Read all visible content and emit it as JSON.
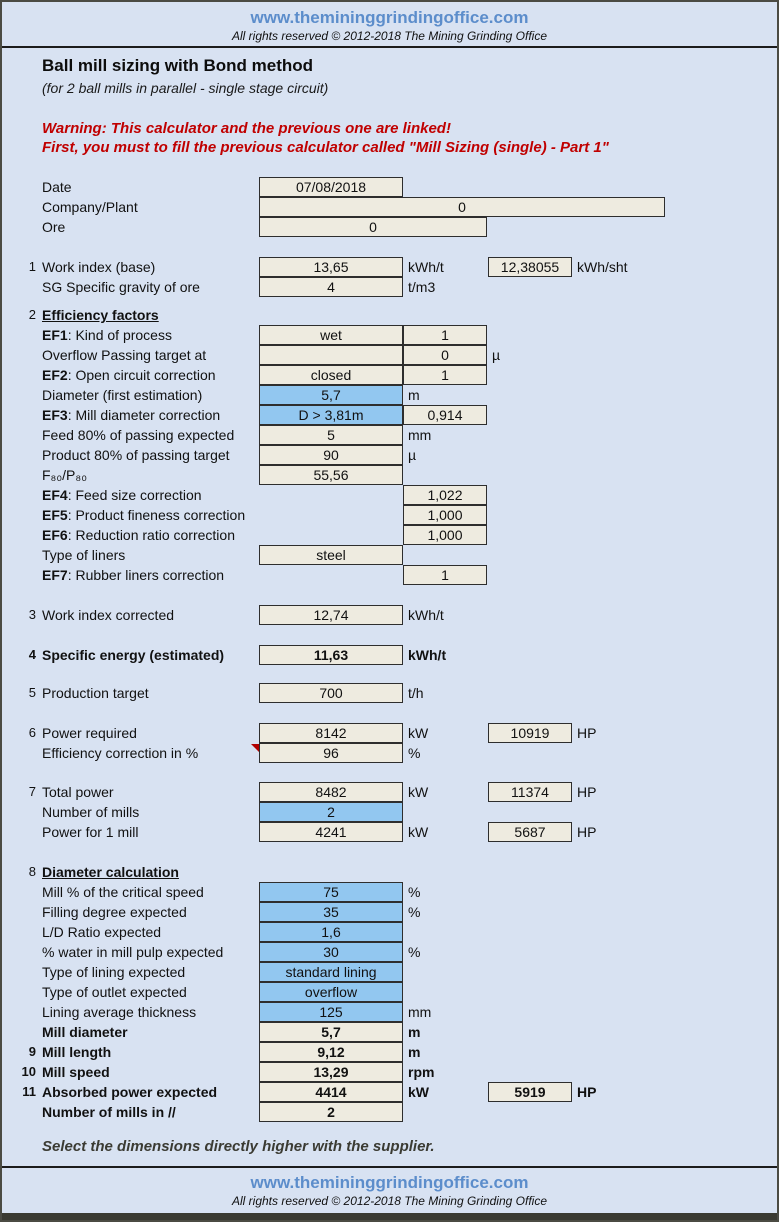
{
  "site_header": {
    "url": "www.themininggrindingoffice.com",
    "copyright": "All rights reserved © 2012-2018 The Mining Grinding Office"
  },
  "page": {
    "title": "Ball mill sizing with Bond method",
    "subtitle": "(for 2 ball mills in parallel - single stage circuit)",
    "warning_line1": "Warning: This calculator and the previous one are linked!",
    "warning_line2": "First, you must to fill the previous calculator called \"Mill Sizing (single) - Part 1\"",
    "note": "Select the dimensions directly higher with the supplier."
  },
  "colors": {
    "page_bg": "#D8E2F2",
    "input_cell_blue": "#92C7F0",
    "output_cell_beige": "#EEEBE0",
    "warning_red": "#C00000",
    "link_blue": "#5C8DCB",
    "cell_border": "#2E2E2E"
  },
  "blocks": [
    {
      "rows": [
        {
          "label": "Date",
          "main": {
            "value": "07/08/2018"
          }
        },
        {
          "label": "Company/Plant",
          "main": {
            "value": "0",
            "size": "wide"
          }
        },
        {
          "label": "Ore",
          "main": {
            "value": "0",
            "size": "med"
          }
        }
      ]
    },
    {
      "rows": [
        {
          "num": "1",
          "label": "Work index (base)",
          "main": {
            "value": "13,65"
          },
          "unit": "kWh/t",
          "extra": {
            "value": "12,38055",
            "unit": "kWh/sht"
          }
        },
        {
          "label": "SG Specific gravity of ore",
          "main": {
            "value": "4"
          },
          "unit": "t/m3"
        }
      ]
    },
    {
      "rows": [
        {
          "num": "2",
          "label": "Efficiency factors",
          "header": true
        },
        {
          "label_prefix": "EF1",
          "label": ": Kind of process",
          "main": {
            "value": "wet"
          },
          "second": {
            "value": "1"
          }
        },
        {
          "label": "Overflow Passing target at",
          "main": {
            "value": ""
          },
          "second": {
            "value": "0"
          },
          "unit": "µ"
        },
        {
          "label_prefix": "EF2",
          "label": ": Open circuit correction",
          "main": {
            "value": "closed"
          },
          "second": {
            "value": "1"
          }
        },
        {
          "label": "Diameter (first estimation)",
          "main": {
            "value": "5,7",
            "input": true
          },
          "unit": "m"
        },
        {
          "label_prefix": "EF3",
          "label": ": Mill diameter correction",
          "main": {
            "value": "D > 3,81m",
            "input": true
          },
          "second": {
            "value": "0,914"
          }
        },
        {
          "label": "Feed 80% of passing expected",
          "main": {
            "value": "5"
          },
          "unit": "mm"
        },
        {
          "label": "Product 80% of passing target",
          "main": {
            "value": "90"
          },
          "unit": "µ"
        },
        {
          "label": "F₈₀/P₈₀",
          "main": {
            "value": "55,56"
          }
        },
        {
          "label_prefix": "EF4",
          "label": ": Feed size correction",
          "second": {
            "value": "1,022"
          }
        },
        {
          "label_prefix": "EF5",
          "label": ": Product fineness correction",
          "second": {
            "value": "1,000"
          }
        },
        {
          "label_prefix": "EF6",
          "label": ": Reduction ratio correction",
          "second": {
            "value": "1,000"
          }
        },
        {
          "label": "Type of liners",
          "main": {
            "value": "steel"
          }
        },
        {
          "label_prefix": "EF7",
          "label": ": Rubber liners correction",
          "second": {
            "value": "1"
          }
        }
      ]
    },
    {
      "rows": [
        {
          "num": "3",
          "label": "Work index corrected",
          "main": {
            "value": "12,74"
          },
          "unit": "kWh/t"
        }
      ]
    },
    {
      "rows": [
        {
          "num": "4",
          "label": "Specific energy (estimated)",
          "bold": true,
          "main": {
            "value": "11,63"
          },
          "unit": "kWh/t"
        }
      ]
    },
    {
      "rows": [
        {
          "num": "5",
          "label": "Production target",
          "main": {
            "value": "700"
          },
          "unit": "t/h"
        }
      ]
    },
    {
      "rows": [
        {
          "num": "6",
          "label": "Power required",
          "main": {
            "value": "8142"
          },
          "unit": "kW",
          "extra": {
            "value": "10919",
            "unit": "HP"
          }
        },
        {
          "label": "Efficiency correction in %",
          "main": {
            "value": "96"
          },
          "unit": "%",
          "marker": true
        }
      ]
    },
    {
      "rows": [
        {
          "num": "7",
          "label": "Total power",
          "main": {
            "value": "8482"
          },
          "unit": "kW",
          "extra": {
            "value": "11374",
            "unit": "HP"
          }
        },
        {
          "label": "Number of mills",
          "main": {
            "value": "2",
            "input": true
          }
        },
        {
          "label": "Power for 1 mill",
          "main": {
            "value": "4241"
          },
          "unit": "kW",
          "extra": {
            "value": "5687",
            "unit": "HP"
          }
        }
      ]
    },
    {
      "rows": [
        {
          "num": "8",
          "label": "Diameter calculation",
          "header": true
        },
        {
          "label": "Mill % of the critical speed",
          "main": {
            "value": "75",
            "input": true
          },
          "unit": "%"
        },
        {
          "label": "Filling degree expected",
          "main": {
            "value": "35",
            "input": true
          },
          "unit": "%"
        },
        {
          "label": "L/D Ratio expected",
          "main": {
            "value": "1,6",
            "input": true
          }
        },
        {
          "label": "% water in mill pulp expected",
          "main": {
            "value": "30",
            "input": true
          },
          "unit": "%"
        },
        {
          "label": "Type of lining expected",
          "main": {
            "value": "standard lining",
            "input": true
          }
        },
        {
          "label": "Type of outlet expected",
          "main": {
            "value": "overflow",
            "input": true
          }
        },
        {
          "label": "Lining average thickness",
          "main": {
            "value": "125",
            "input": true
          },
          "unit": "mm"
        },
        {
          "label": "Mill diameter",
          "bold": true,
          "main": {
            "value": "5,7"
          },
          "unit": "m"
        },
        {
          "num": "9",
          "label": "Mill length",
          "bold": true,
          "main": {
            "value": "9,12"
          },
          "unit": "m"
        },
        {
          "num": "10",
          "label": "Mill speed",
          "bold": true,
          "main": {
            "value": "13,29"
          },
          "unit": "rpm"
        },
        {
          "num": "11",
          "label": "Absorbed power expected",
          "bold": true,
          "main": {
            "value": "4414"
          },
          "unit": "kW",
          "extra": {
            "value": "5919",
            "unit": "HP"
          }
        },
        {
          "label": "Number of mills in //",
          "bold": true,
          "main": {
            "value": "2"
          }
        }
      ]
    }
  ],
  "site_footer": {
    "url": "www.themininggrindingoffice.com",
    "copyright": "All rights reserved © 2012-2018 The Mining Grinding Office"
  }
}
